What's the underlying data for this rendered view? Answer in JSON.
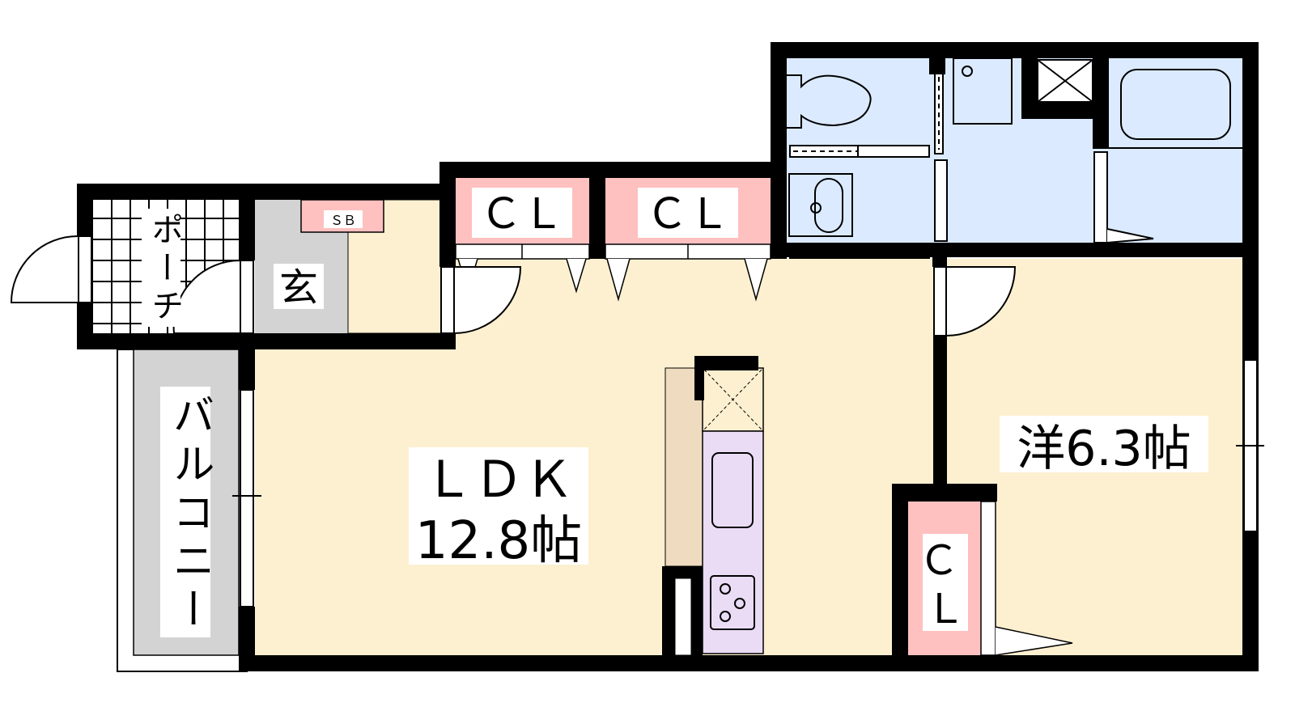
{
  "rooms": {
    "porch": "ポーチ",
    "porch_chars": [
      "ポ",
      "ー",
      "チ"
    ],
    "entrance": "玄",
    "shoe_box": "ＳＢ",
    "closet_1": "ＣＬ",
    "closet_2": "ＣＬ",
    "closet_3_top": "Ｃ",
    "closet_3_bottom": "Ｌ",
    "ldk_name": "ＬＤＫ",
    "ldk_size": "12.8帖",
    "western_room": "洋6.3帖",
    "balcony": "バルコニー",
    "balcony_chars": [
      "バ",
      "ル",
      "コ",
      "ニ",
      "ー"
    ]
  },
  "colors": {
    "wall": "#000000",
    "ldk_floor": "#fdf0d0",
    "entrance_floor": "#d3d3d3",
    "closet": "#ffc0c0",
    "wet_area": "#dbeafe",
    "kitchen": "#eadcf5",
    "counter": "#efdcc0"
  }
}
